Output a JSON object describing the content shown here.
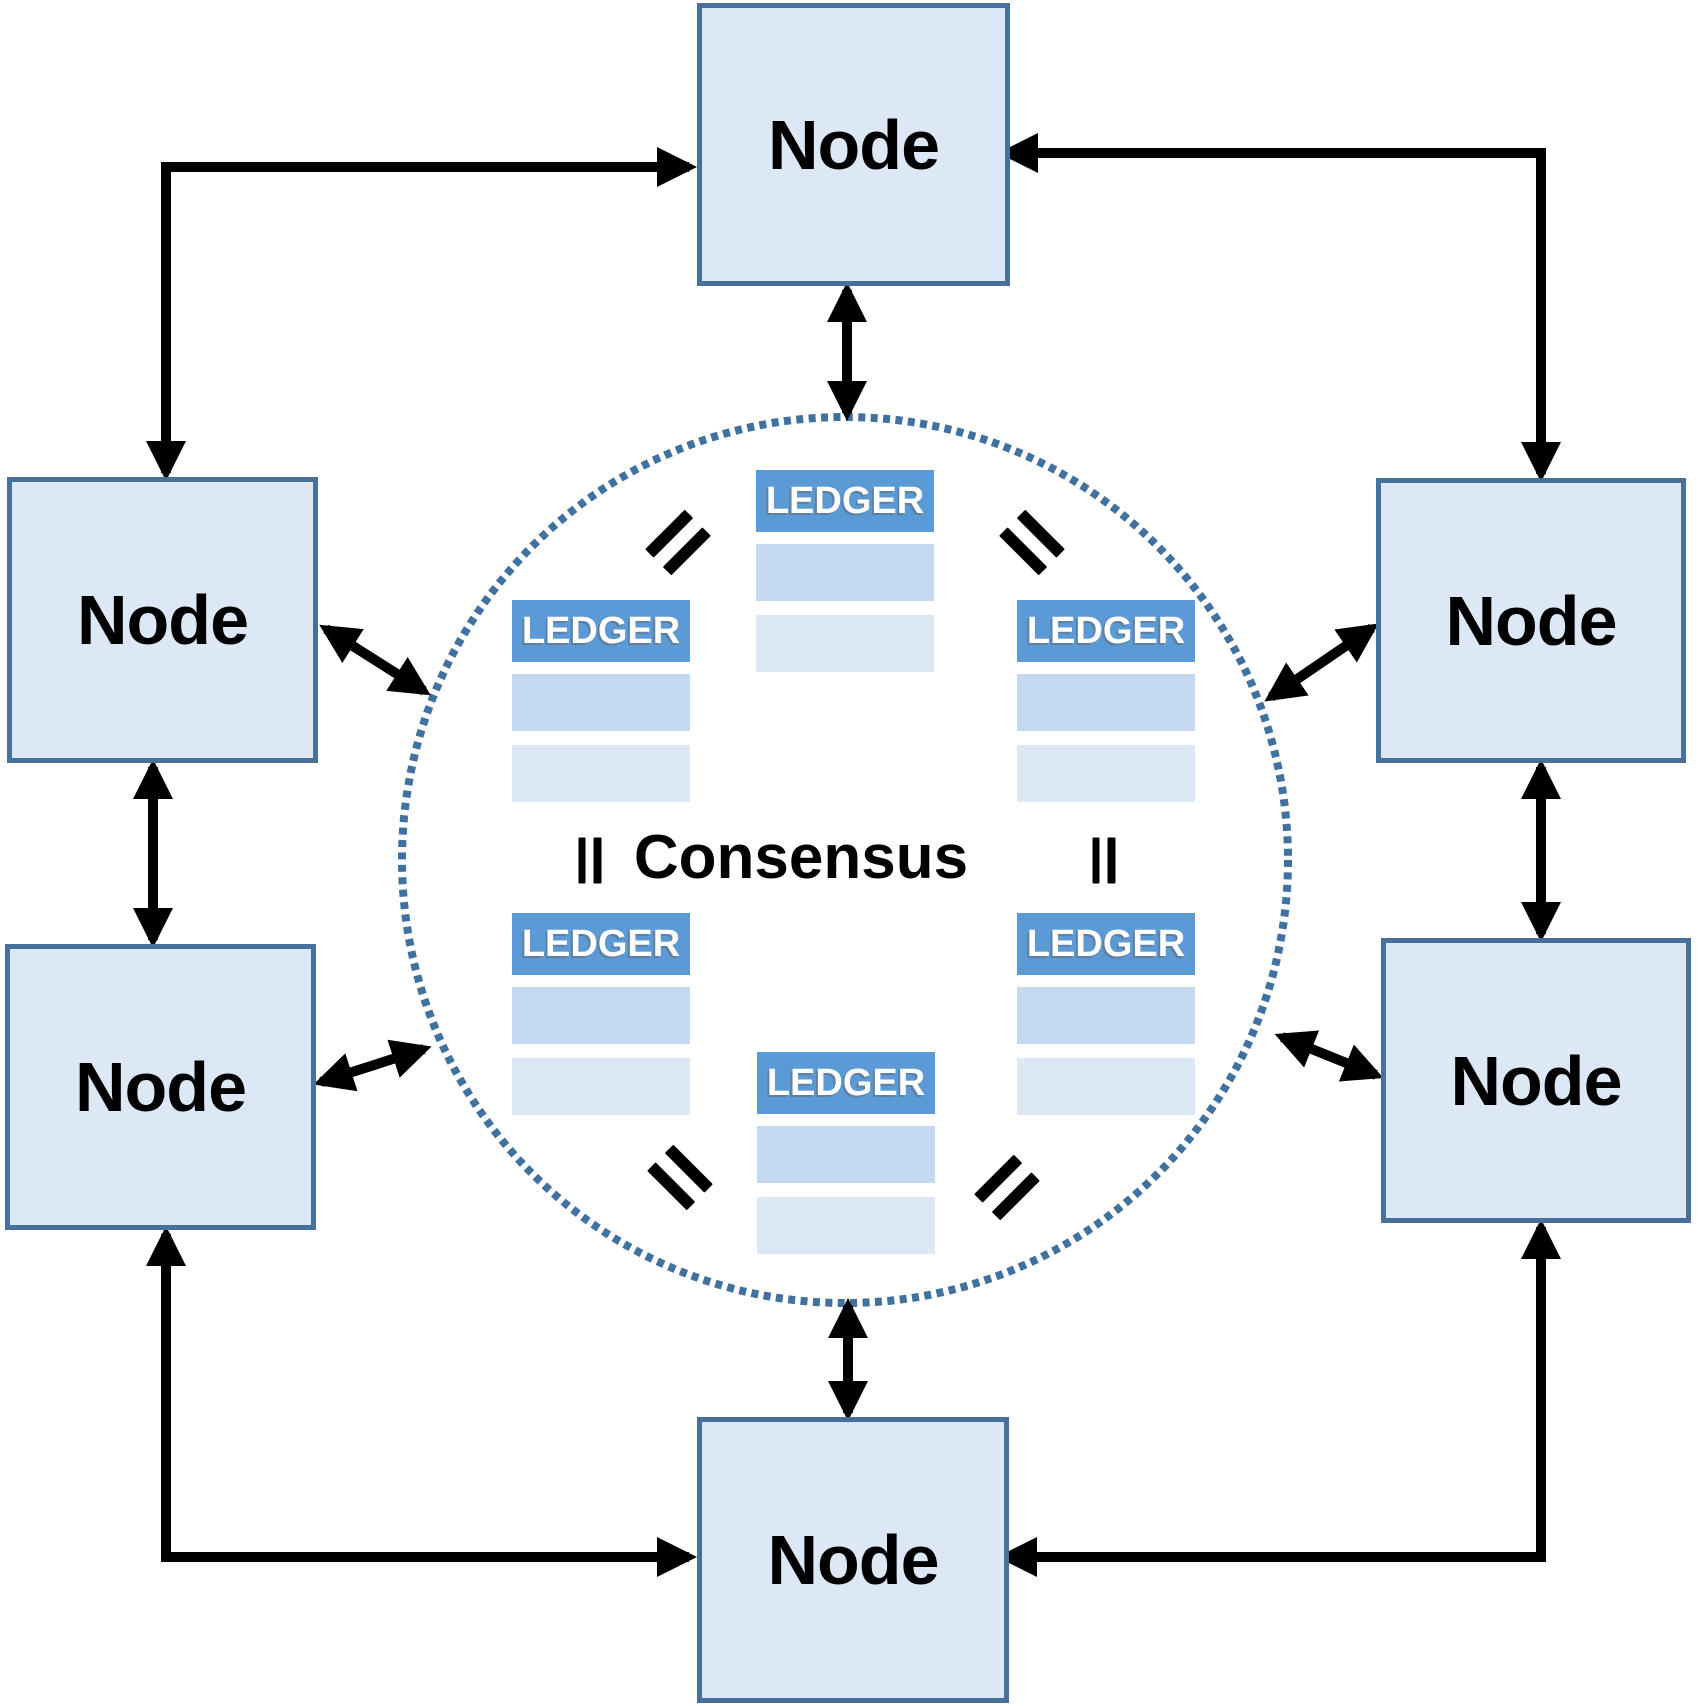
{
  "colors": {
    "node-fill": "#dce8f5",
    "node-border": "#46719c",
    "ledger-header": "#5b9ad5",
    "ledger-row-odd": "#c5d9f0",
    "ledger-row-even": "#dde8f6",
    "circle-dot": "#40719f",
    "arrow": "#000000",
    "text": "#000000",
    "ledger-text": "#ffffff",
    "background": "#ffffff"
  },
  "nodes": [
    {
      "position": "top",
      "label": "Node"
    },
    {
      "position": "left-upper",
      "label": "Node"
    },
    {
      "position": "right-upper",
      "label": "Node"
    },
    {
      "position": "left-lower",
      "label": "Node"
    },
    {
      "position": "right-lower",
      "label": "Node"
    },
    {
      "position": "bottom",
      "label": "Node"
    }
  ],
  "consensus": {
    "label": "Consensus"
  },
  "ledgers": [
    {
      "position": "top-center",
      "label": "LEDGER",
      "data_rows": 2
    },
    {
      "position": "upper-left",
      "label": "LEDGER",
      "data_rows": 2
    },
    {
      "position": "upper-right",
      "label": "LEDGER",
      "data_rows": 2
    },
    {
      "position": "lower-left",
      "label": "LEDGER",
      "data_rows": 2
    },
    {
      "position": "lower-right",
      "label": "LEDGER",
      "data_rows": 2
    },
    {
      "position": "bottom-center",
      "label": "LEDGER",
      "data_rows": 2
    }
  ],
  "equivalence_marks": {
    "count": 6,
    "glyph": "="
  },
  "connectors": [
    {
      "from": "node-left-upper",
      "to": "node-top",
      "type": "elbow",
      "arrows": "both"
    },
    {
      "from": "node-right-upper",
      "to": "node-top",
      "type": "elbow",
      "arrows": "both"
    },
    {
      "from": "node-left-lower",
      "to": "node-bottom",
      "type": "elbow",
      "arrows": "both"
    },
    {
      "from": "node-right-lower",
      "to": "node-bottom",
      "type": "elbow",
      "arrows": "both"
    },
    {
      "from": "node-left-upper",
      "to": "node-left-lower",
      "type": "straight",
      "arrows": "both"
    },
    {
      "from": "node-right-upper",
      "to": "node-right-lower",
      "type": "straight",
      "arrows": "both"
    },
    {
      "from": "node-top",
      "to": "consensus-circle",
      "type": "straight",
      "arrows": "both"
    },
    {
      "from": "node-bottom",
      "to": "consensus-circle",
      "type": "straight",
      "arrows": "both"
    },
    {
      "from": "node-left-upper",
      "to": "consensus-circle",
      "type": "straight",
      "arrows": "both"
    },
    {
      "from": "node-left-lower",
      "to": "consensus-circle",
      "type": "straight",
      "arrows": "both"
    },
    {
      "from": "node-right-upper",
      "to": "consensus-circle",
      "type": "straight",
      "arrows": "both"
    },
    {
      "from": "node-right-lower",
      "to": "consensus-circle",
      "type": "straight",
      "arrows": "both"
    }
  ]
}
